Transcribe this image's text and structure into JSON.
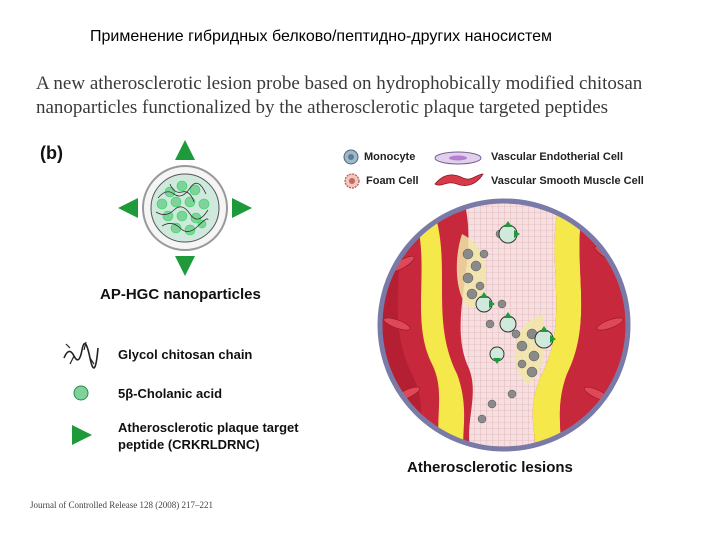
{
  "slide": {
    "title": "Применение гибридных белково/пептидно-других наносистем"
  },
  "paper": {
    "title_line1": "A new atherosclerotic lesion probe based on hydrophobically modified chitosan",
    "title_line2": "nanoparticles functionalized by the atherosclerotic plaque targeted peptides"
  },
  "figure": {
    "panel_label": "(b)",
    "nanoparticle_caption": "AP-HGC nanoparticles",
    "legend": {
      "chain": "Glycol chitosan chain",
      "acid": "5β-Cholanic acid",
      "peptide_line1": "Atherosclerotic plaque target",
      "peptide_line2": "peptide (CRKRLDRNC)"
    },
    "cell_legend": {
      "monocyte": "Monocyte",
      "endothelial": "Vascular Endotherial Cell",
      "foam": "Foam Cell",
      "smooth_muscle": "Vascular Smooth Muscle Cell"
    },
    "lesion_caption": "Atherosclerotic lesions",
    "colors": {
      "arrow_green": "#1e9a3a",
      "particle_green": "#7fd39a",
      "vessel_red": "#c8283c",
      "endothelium_yellow": "#f4e84a",
      "lumen_pink": "#f3d4d6"
    }
  },
  "citation": "Journal of Controlled Release 128 (2008) 217–221"
}
